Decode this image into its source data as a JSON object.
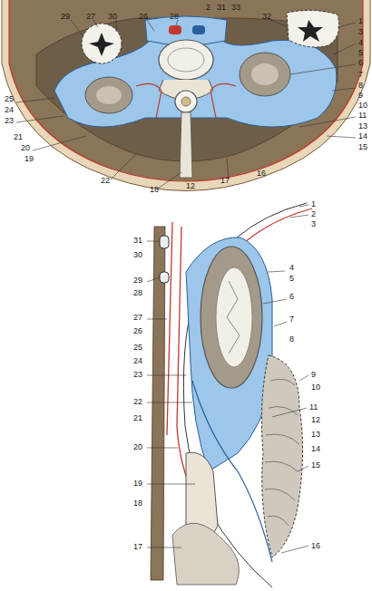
{
  "diagram": {
    "labels": [
      "29",
      "27",
      "30",
      "26",
      "28",
      "2",
      "31",
      "33",
      "32",
      "1",
      "3",
      "4",
      "5",
      "6",
      "7",
      "8",
      "9",
      "10",
      "11",
      "13",
      "14",
      "15",
      "25",
      "24",
      "23",
      "21",
      "20",
      "19",
      "22",
      "18",
      "12",
      "17",
      "16",
      "1",
      "2",
      "3",
      "4",
      "5",
      "6",
      "7",
      "8",
      "9",
      "10",
      "11",
      "12",
      "13",
      "14",
      "15",
      "16",
      "31",
      "30",
      "29",
      "28",
      "27",
      "26",
      "25",
      "24",
      "23",
      "22",
      "21",
      "20",
      "19",
      "18",
      "17"
    ]
  }
}
